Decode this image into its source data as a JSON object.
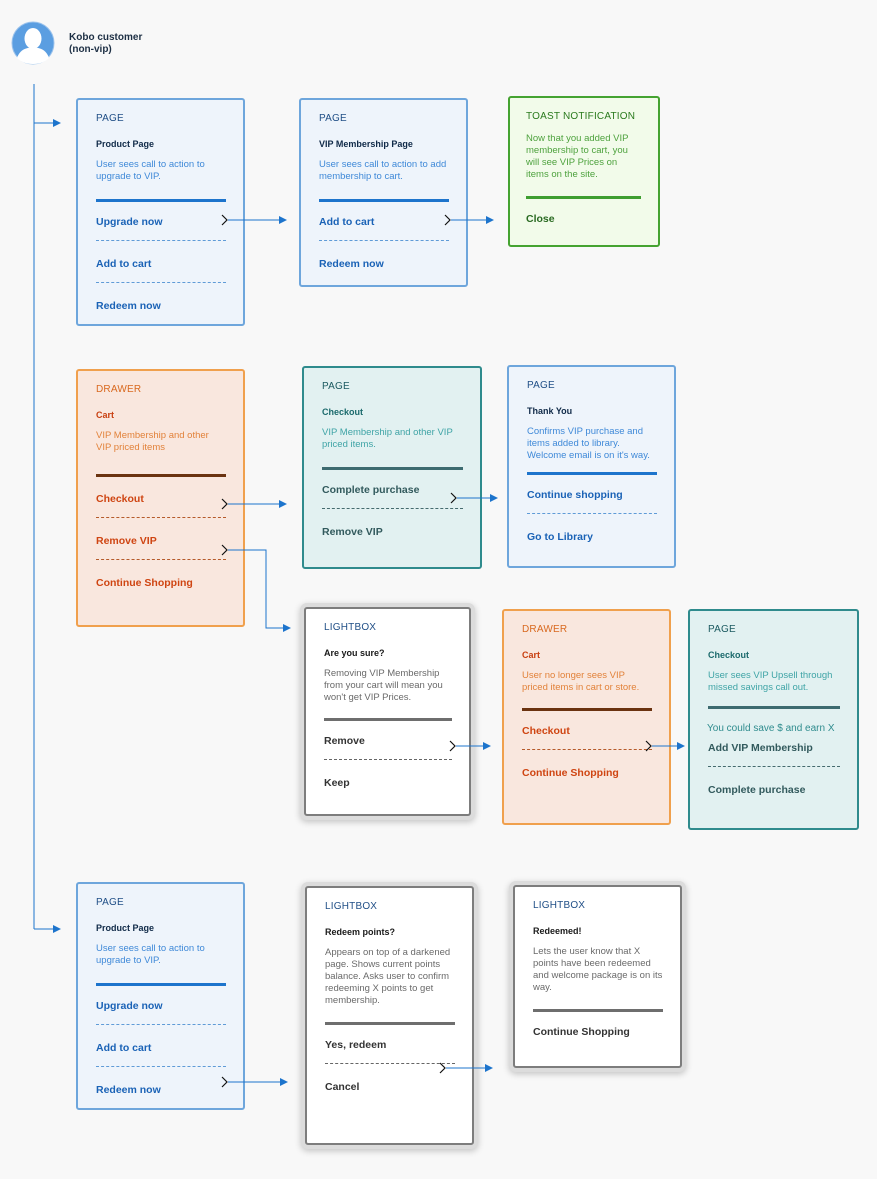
{
  "actor": {
    "label_line1": "Kobo customer",
    "label_line2": "(non-vip)",
    "icon": "user-avatar-icon"
  },
  "colors": {
    "connector": "#1d74cc",
    "page": "#6ea6dc",
    "toast": "#45a331",
    "drawer": "#f0a04d",
    "teal": "#2f8b8d",
    "lightbox": "#7d7d7d"
  },
  "cards": [
    {
      "name": "product-page-card",
      "variant": "page",
      "type": "PAGE",
      "title": "Product Page",
      "desc": "User sees call to action to upgrade to VIP.",
      "actions": [
        "Upgrade now",
        "Add to cart",
        "Redeem now"
      ]
    },
    {
      "name": "vip-membership-page-card",
      "variant": "page",
      "type": "PAGE",
      "title": "VIP Membership Page",
      "desc": "User sees call to action to add membership to cart.",
      "actions": [
        "Add to cart",
        "Redeem now"
      ]
    },
    {
      "name": "toast-notification-card",
      "variant": "toast",
      "type": "TOAST NOTIFICATION",
      "title": "",
      "desc": "Now that you added VIP membership to cart, you will see VIP Prices on items on the site.",
      "actions": [
        "Close"
      ]
    },
    {
      "name": "cart-drawer-card",
      "variant": "drawer",
      "type": "DRAWER",
      "title": "Cart",
      "desc": "VIP Membership and other VIP priced items",
      "actions": [
        "Checkout",
        "Remove VIP",
        "Continue Shopping"
      ]
    },
    {
      "name": "checkout-page-card",
      "variant": "teal",
      "type": "PAGE",
      "title": "Checkout",
      "desc": "VIP Membership and other VIP priced items.",
      "actions": [
        "Complete purchase",
        "Remove VIP"
      ]
    },
    {
      "name": "thank-you-page-card",
      "variant": "page",
      "type": "PAGE",
      "title": "Thank You",
      "desc": "Confirms VIP purchase and items added to library. Welcome email is on it's way.",
      "actions": [
        "Continue shopping",
        "Go to Library"
      ]
    },
    {
      "name": "remove-vip-lightbox-card",
      "variant": "light",
      "type": "LIGHTBOX",
      "title": "Are you sure?",
      "desc": "Removing VIP Membership from your cart will mean you won't get VIP Prices.",
      "actions": [
        "Remove",
        "Keep"
      ]
    },
    {
      "name": "cart-drawer-no-vip-card",
      "variant": "drawer",
      "type": "DRAWER",
      "title": "Cart",
      "desc": "User no longer sees VIP priced items in cart or store.",
      "actions": [
        "Checkout",
        "Continue Shopping"
      ]
    },
    {
      "name": "checkout-upsell-page-card",
      "variant": "teal",
      "type": "PAGE",
      "title": "Checkout",
      "desc": "User sees VIP Upsell through missed savings call out.",
      "note": "You could save $ and earn X",
      "actions": [
        "Add VIP Membership",
        "Complete purchase"
      ]
    },
    {
      "name": "product-page-redeem-card",
      "variant": "page",
      "type": "PAGE",
      "title": "Product Page",
      "desc": "User sees call to action to upgrade to VIP.",
      "actions": [
        "Upgrade now",
        "Add to cart",
        "Redeem now"
      ]
    },
    {
      "name": "redeem-points-lightbox-card",
      "variant": "light",
      "type": "LIGHTBOX",
      "title": "Redeem points?",
      "desc": "Appears on top of a darkened page. Shows current points balance. Asks user to confirm redeeming X points to get membership.",
      "actions": [
        "Yes, redeem",
        "Cancel"
      ]
    },
    {
      "name": "redeemed-lightbox-card",
      "variant": "light",
      "type": "LIGHTBOX",
      "title": "Redeemed!",
      "desc": "Lets the user know that X points have been redeemed and welcome package is on its way.",
      "actions": [
        "Continue Shopping"
      ]
    }
  ]
}
